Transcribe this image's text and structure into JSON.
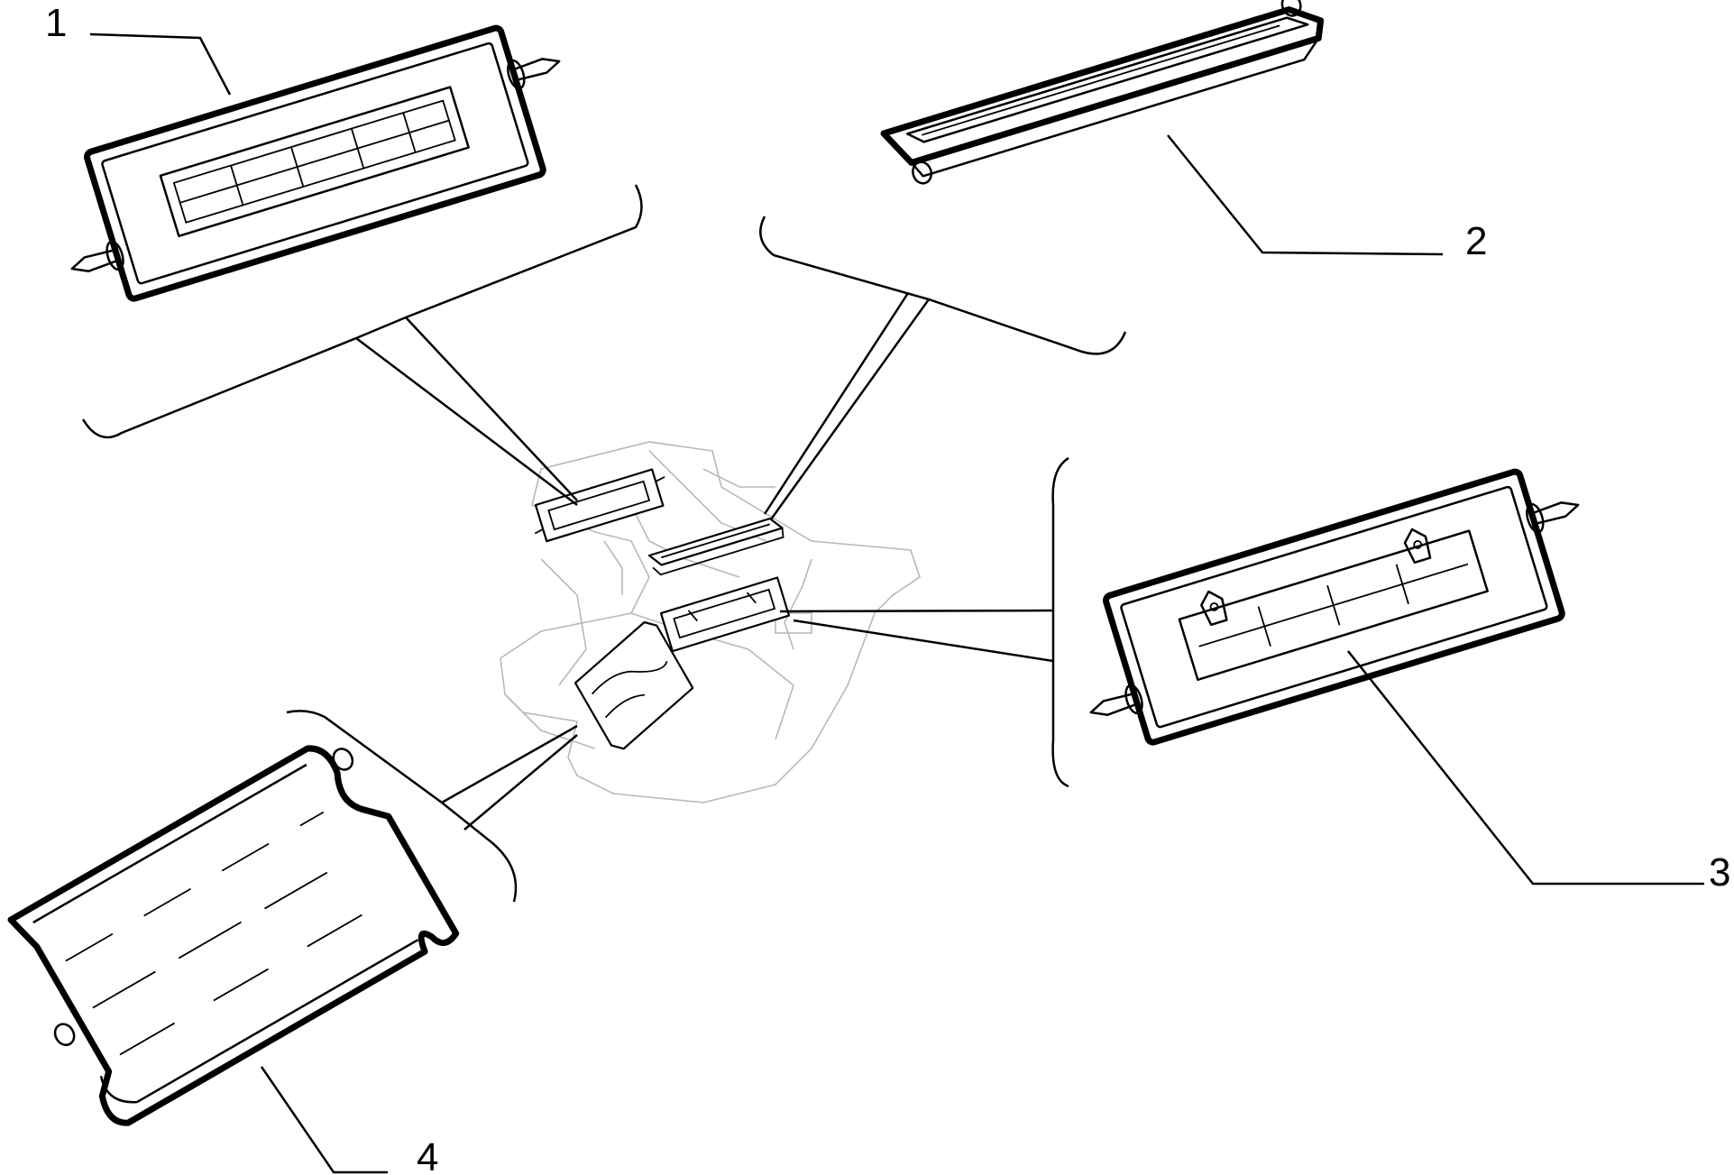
{
  "callouts": {
    "part_1": "1",
    "part_2": "2",
    "part_3": "3",
    "part_4": "4"
  }
}
